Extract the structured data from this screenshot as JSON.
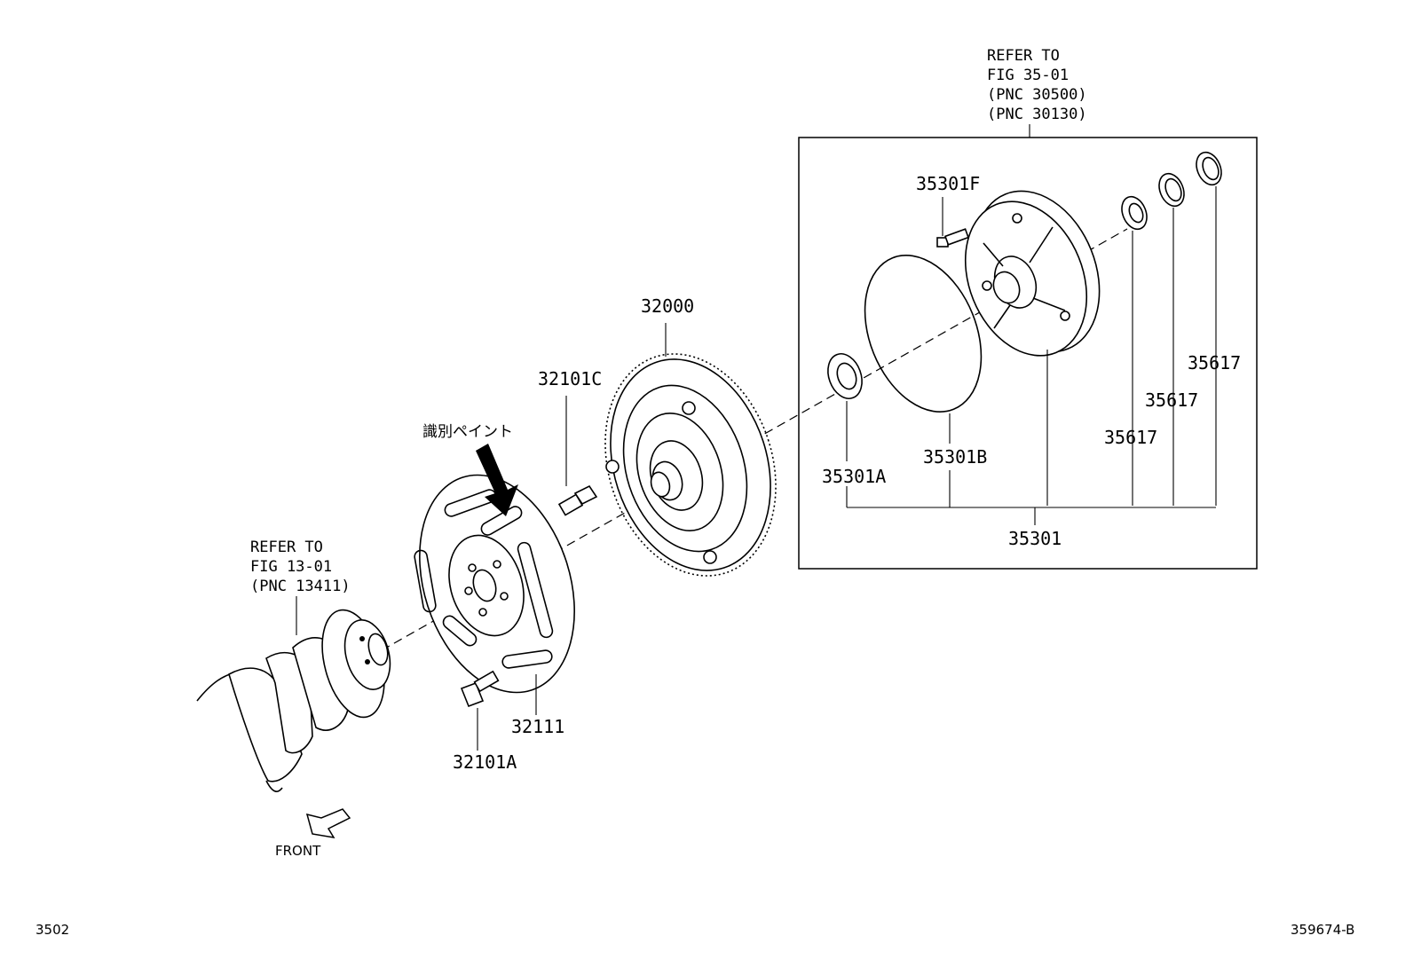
{
  "part_labels": {
    "p32000": "32000",
    "p32101C": "32101C",
    "p32111": "32111",
    "p32101A": "32101A",
    "p35301": "35301",
    "p35301A": "35301A",
    "p35301B": "35301B",
    "p35301F": "35301F",
    "p35617_a": "35617",
    "p35617_b": "35617",
    "p35617_c": "35617"
  },
  "paint_note": "識別ペイント",
  "ref_crank": [
    "REFER TO",
    "FIG 13-01",
    "(PNC 13411)"
  ],
  "ref_pump": [
    "REFER TO",
    "FIG 35-01",
    "(PNC 30500)",
    "(PNC 30130)"
  ],
  "front_label": "FRONT",
  "page_number": "3502",
  "figure_code": "359674-B"
}
